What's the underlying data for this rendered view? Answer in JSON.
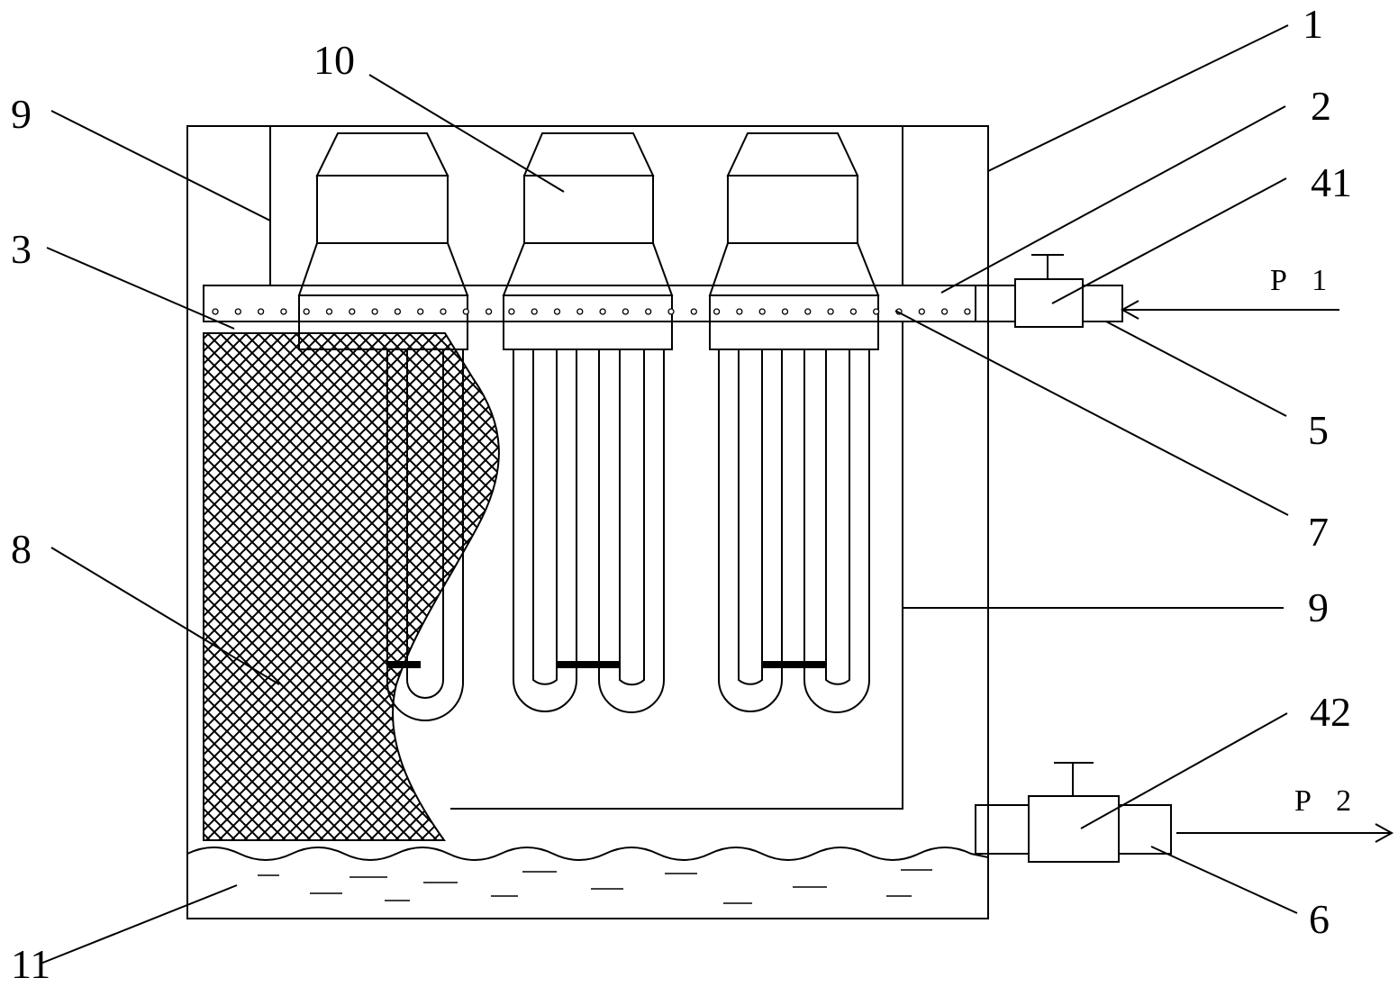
{
  "labels": {
    "l1": "1",
    "l2": "2",
    "l3": "3",
    "l5": "5",
    "l6": "6",
    "l7": "7",
    "l8": "8",
    "l9_left": "9",
    "l9_right": "9",
    "l10": "10",
    "l11": "11",
    "l41": "41",
    "l42": "42"
  },
  "flows": {
    "inlet": "P 1",
    "outlet": "P 2"
  }
}
